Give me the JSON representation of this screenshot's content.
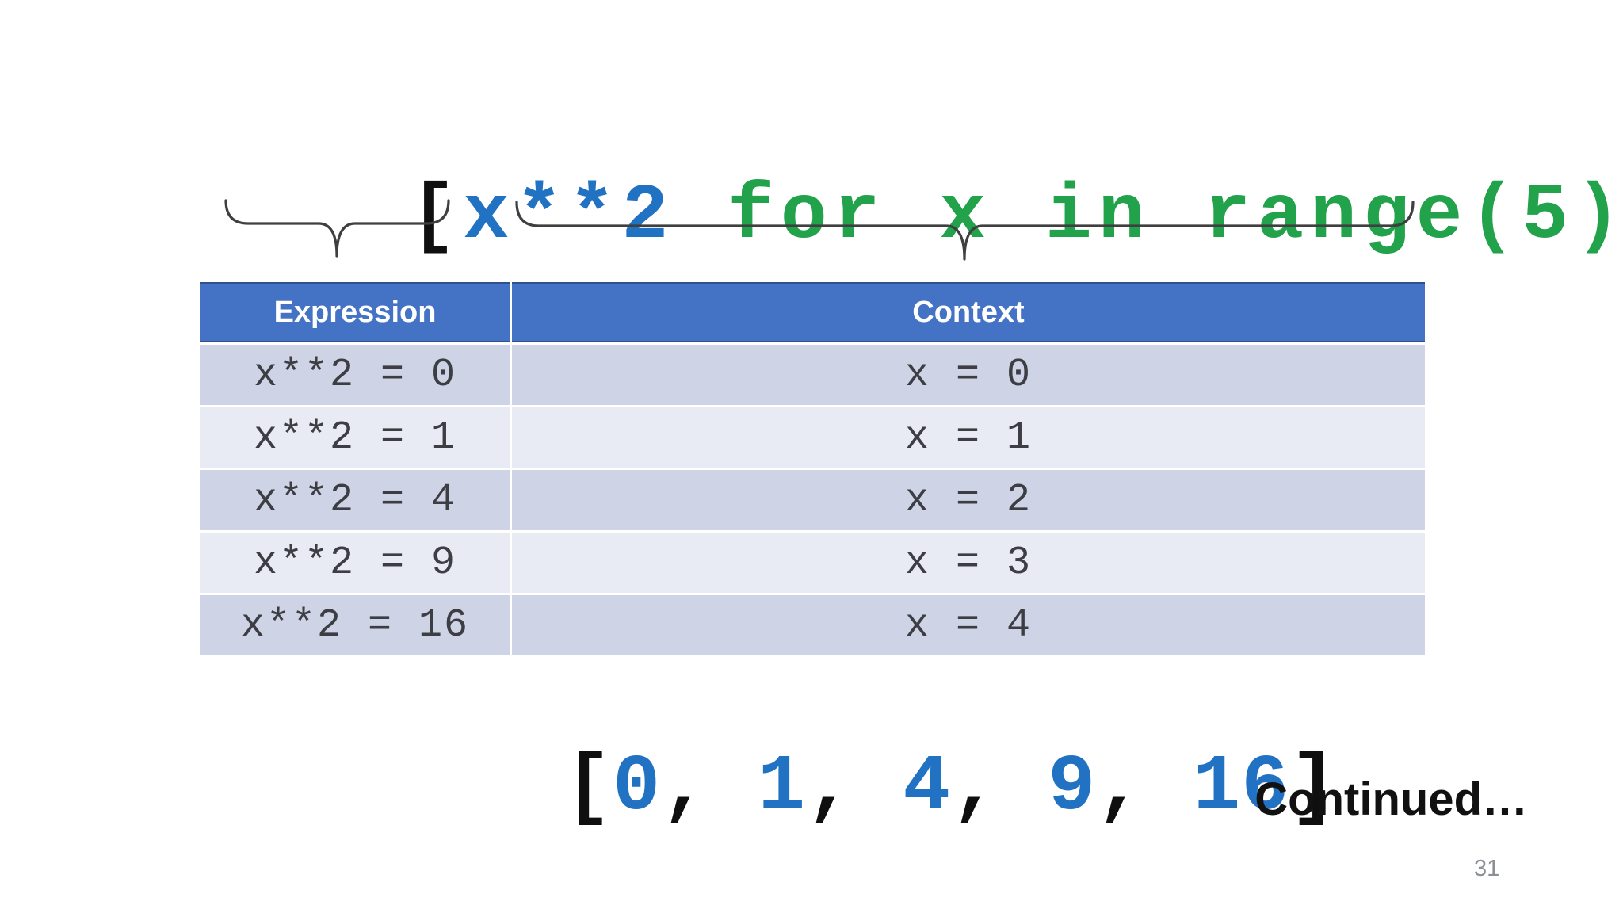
{
  "code": {
    "open_bracket": "[",
    "expression": "x**2",
    "context": " for x in range(5)",
    "close_bracket": "]"
  },
  "annotations": {
    "expression_brace": "underbrace-pointing-to-expression-column",
    "context_brace": "underbrace-pointing-to-context-column"
  },
  "table": {
    "headers": [
      "Expression",
      "Context"
    ],
    "rows": [
      {
        "expression": "x**2 = 0",
        "context": "x = 0"
      },
      {
        "expression": "x**2 = 1",
        "context": "x = 1"
      },
      {
        "expression": "x**2 = 4",
        "context": "x = 2"
      },
      {
        "expression": "x**2 = 9",
        "context": "x = 3"
      },
      {
        "expression": "x**2 = 16",
        "context": "x = 4"
      }
    ]
  },
  "result": {
    "open_bracket": "[",
    "separator": ", ",
    "values": [
      "0",
      "1",
      "4",
      "9",
      "16"
    ],
    "close_bracket": "]"
  },
  "footer": {
    "continued_label": "Continued…",
    "page_number": "31"
  },
  "colors": {
    "expression_blue": "#2272C4",
    "context_green": "#21A24B",
    "bracket_black": "#0f0f0f",
    "header_bg": "#4472C4",
    "header_border": "#2F528F",
    "row_band_dark": "#CED4E6",
    "row_band_light": "#E9EBF4",
    "cell_text": "#3d3d44",
    "page_number_gray": "#8b8f96"
  }
}
